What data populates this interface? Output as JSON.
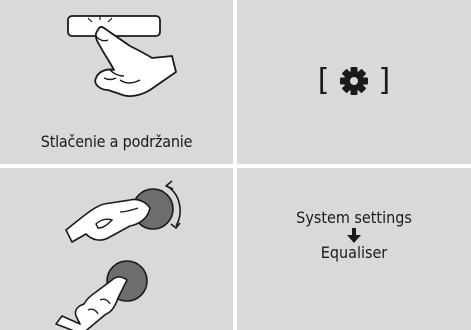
{
  "cell1": {
    "caption": "Stlačenie a podržanie",
    "icon": "hand-pressing-button-icon"
  },
  "cell2": {
    "open_bracket": "[",
    "close_bracket": "]",
    "icon": "gear-icon"
  },
  "cell3": {
    "icon": "hand-turning-and-pressing-knob-icon"
  },
  "cell4": {
    "line1": "System settings",
    "arrow": "down-arrow-icon",
    "line2": "Equaliser"
  },
  "colors": {
    "cell_bg": "#d9d9d9",
    "knob": "#6d6d6d",
    "ink": "#1a1a1a"
  }
}
